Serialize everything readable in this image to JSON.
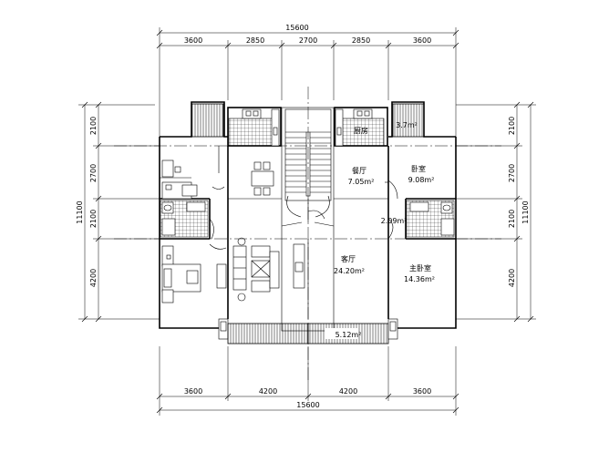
{
  "dimensions": {
    "top_total": "15600",
    "top_segments": [
      "3600",
      "2850",
      "2700",
      "2850",
      "3600"
    ],
    "bottom_total": "15600",
    "bottom_segments": [
      "3600",
      "4200",
      "4200",
      "3600"
    ],
    "left_total": "11100",
    "left_segments": [
      "2100",
      "2700",
      "2100",
      "4200"
    ],
    "right_total": "11100",
    "right_segments": [
      "2100",
      "2700",
      "2100",
      "4200"
    ]
  },
  "rooms": {
    "dining_name": "餐厅",
    "dining_area": "7.05m²",
    "bedroom_name": "卧室",
    "bedroom_area": "9.08m²",
    "bath_area": "2.09m²",
    "living_name": "客厅",
    "living_area": "24.20m²",
    "master_name": "主卧室",
    "master_area": "14.36m²",
    "balcony_area": "5.12m²",
    "kitchen_area": "3.7m²",
    "kitchen_label": "厨房"
  }
}
